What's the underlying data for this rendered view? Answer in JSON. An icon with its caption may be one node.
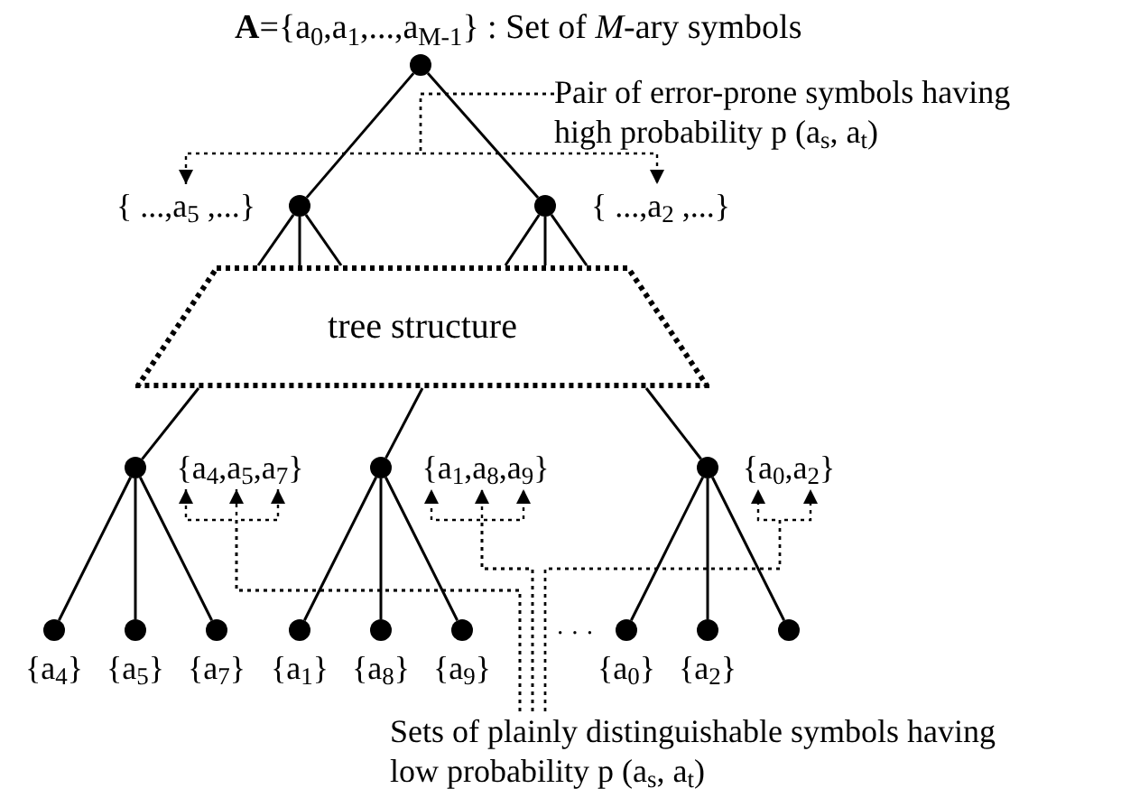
{
  "diagram": {
    "nodes": [
      {
        "text": [],
        "shape": "circle",
        "beside": [
          "**A**={a$_{0}$,a$_{1}$,...,a$_{M-1}$} : Set of *M*-ary symbols"
        ]
      },
      {
        "text": [],
        "shape": "circle"
      },
      {
        "text": [],
        "shape": "circle"
      },
      {
        "text": [
          "tree structure"
        ]
      },
      {
        "text": [],
        "shape": "circle"
      },
      {
        "text": [],
        "shape": "circle"
      },
      {
        "text": [],
        "shape": "circle"
      },
      {
        "text": [],
        "shape": "circle",
        "beside": [
          "{a$_{4}$}"
        ]
      },
      {
        "text": [],
        "shape": "circle",
        "beside": [
          "{a$_{5}$}"
        ]
      },
      {
        "text": [],
        "shape": "circle",
        "beside": [
          "{a$_{7}$}"
        ]
      },
      {
        "text": [],
        "shape": "circle",
        "beside": [
          "{a$_{1}$}"
        ]
      },
      {
        "text": [],
        "shape": "circle",
        "beside": [
          "{a$_{8}$}"
        ]
      },
      {
        "text": [],
        "shape": "circle",
        "beside": [
          "{a$_{9}$}"
        ]
      },
      {
        "text": [],
        "shape": "circle",
        "beside": [
          "{a$_{0}$}"
        ]
      },
      {
        "text": [],
        "shape": "circle",
        "beside": [
          "{a$_{2}$}"
        ]
      },
      {
        "text": [],
        "shape": "circle"
      },
      {
        "text": [
          "{ ...,a$_{5}$ ,...}"
        ]
      },
      {
        "text": [
          "{ ...,a$_{2}$ ,...}"
        ]
      },
      {
        "text": [
          "{a$_{4}$,a$_{5}$,a$_{7}$}"
        ]
      },
      {
        "text": [
          "{a$_{1}$,a$_{8}$,a$_{9}$}"
        ]
      },
      {
        "text": [
          "{a$_{0}$,a$_{2}$}"
        ]
      },
      {
        "text": [
          "Pair of error-prone symbols having high probability p (a$_{s}$, a$_{t}$)"
        ]
      },
      {
        "text": [
          "Sets of plainly distinguishable symbols having low probability p (a$_{s}$, a$_{t}$)"
        ]
      }
    ],
    "edges": [
      {
        "from": 0,
        "to": 1,
        "arrow": "none"
      },
      {
        "from": 0,
        "to": 2,
        "arrow": "none"
      },
      {
        "from": 1,
        "to": 3,
        "arrow": "none"
      },
      {
        "from": 1,
        "to": 3,
        "arrow": "none"
      },
      {
        "from": 1,
        "to": 3,
        "arrow": "none"
      },
      {
        "from": 2,
        "to": 3,
        "arrow": "none"
      },
      {
        "from": 2,
        "to": 3,
        "arrow": "none"
      },
      {
        "from": 2,
        "to": 3,
        "arrow": "none"
      },
      {
        "from": 3,
        "to": 4,
        "arrow": "none"
      },
      {
        "from": 3,
        "to": 5,
        "arrow": "none"
      },
      {
        "from": 3,
        "to": 6,
        "arrow": "none"
      },
      {
        "from": 4,
        "to": 7,
        "arrow": "none"
      },
      {
        "from": 4,
        "to": 8,
        "arrow": "none"
      },
      {
        "from": 4,
        "to": 9,
        "arrow": "none"
      },
      {
        "from": 5,
        "to": 10,
        "arrow": "none"
      },
      {
        "from": 5,
        "to": 11,
        "arrow": "none"
      },
      {
        "from": 5,
        "to": 12,
        "arrow": "none"
      },
      {
        "from": 6,
        "to": 13,
        "arrow": "none"
      },
      {
        "from": 6,
        "to": 14,
        "arrow": "none"
      },
      {
        "from": 6,
        "to": 15,
        "arrow": "none"
      },
      {
        "from": 21,
        "to": 16,
        "arrow": "to",
        "style": "dashed"
      },
      {
        "from": 21,
        "to": 17,
        "arrow": "to",
        "style": "dashed"
      },
      {
        "from": 22,
        "to": 18,
        "arrow": "to",
        "style": "dashed"
      },
      {
        "from": 22,
        "to": 18,
        "arrow": "to",
        "style": "dashed"
      },
      {
        "from": 22,
        "to": 18,
        "arrow": "to",
        "style": "dashed"
      },
      {
        "from": 22,
        "to": 19,
        "arrow": "to",
        "style": "dashed"
      },
      {
        "from": 22,
        "to": 19,
        "arrow": "to",
        "style": "dashed"
      },
      {
        "from": 22,
        "to": 19,
        "arrow": "to",
        "style": "dashed"
      },
      {
        "from": 22,
        "to": 20,
        "arrow": "to",
        "style": "dashed"
      },
      {
        "from": 22,
        "to": 20,
        "arrow": "to",
        "style": "dashed"
      }
    ],
    "labels": [
      "· · ·"
    ]
  }
}
